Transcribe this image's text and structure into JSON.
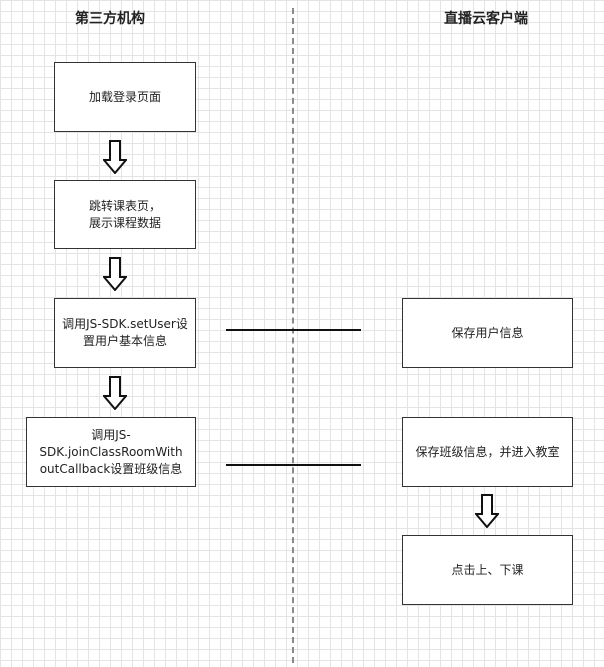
{
  "lanes": {
    "left_title": "第三方机构",
    "right_title": "直播云客户端"
  },
  "left_steps": [
    "加载登录页面",
    "跳转课表页，\n展示课程数据",
    "调用JS-SDK.setUser设置用户基本信息",
    "调用JS-\nSDK.joinClassRoomWith\noutCallback设置班级信息"
  ],
  "right_steps": [
    "保存用户信息",
    "保存班级信息，并进入教室",
    "点击上、下课"
  ],
  "colors": {
    "border": "#333333",
    "grid": "#e4e4e4",
    "divider": "#8a8a8a"
  }
}
